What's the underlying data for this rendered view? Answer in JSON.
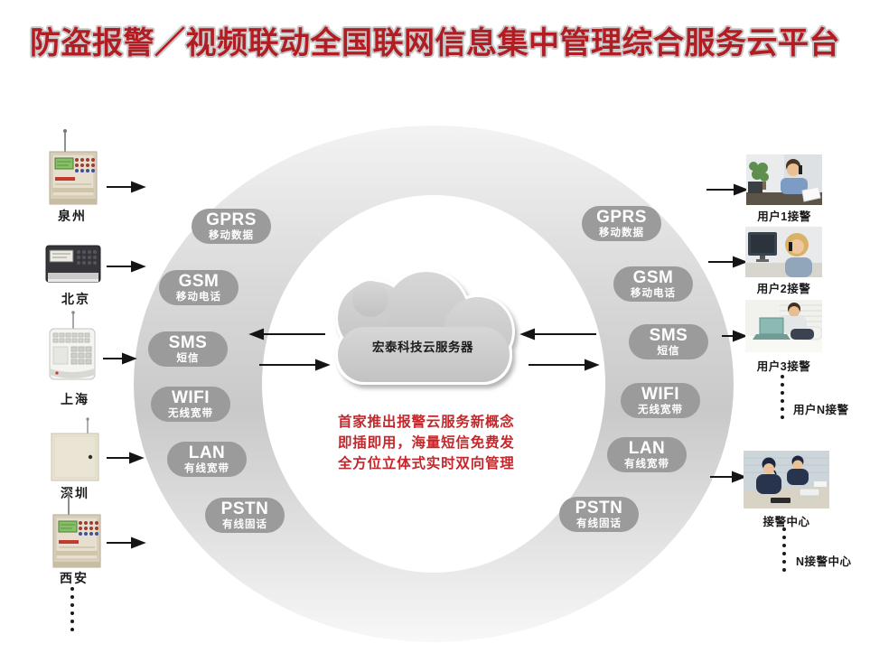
{
  "title": "防盗报警／视频联动全国联网信息集中管理综合服务云平台",
  "cloud_label": "宏泰科技云服务器",
  "slogan": [
    "首家推出报警云服务新概念",
    "即插即用，海量短信免费发",
    "全方位立体式实时双向管理"
  ],
  "protocols_left": [
    {
      "name": "GPRS",
      "desc": "移动数据"
    },
    {
      "name": "GSM",
      "desc": "移动电话"
    },
    {
      "name": "SMS",
      "desc": "短信"
    },
    {
      "name": "WIFI",
      "desc": "无线宽带"
    },
    {
      "name": "LAN",
      "desc": "有线宽带"
    },
    {
      "name": "PSTN",
      "desc": "有线固话"
    }
  ],
  "protocols_right": [
    {
      "name": "GPRS",
      "desc": "移动数据"
    },
    {
      "name": "GSM",
      "desc": "移动电话"
    },
    {
      "name": "SMS",
      "desc": "短信"
    },
    {
      "name": "WIFI",
      "desc": "无线宽带"
    },
    {
      "name": "LAN",
      "desc": "有线宽带"
    },
    {
      "name": "PSTN",
      "desc": "有线固话"
    }
  ],
  "devices": [
    {
      "city": "泉州"
    },
    {
      "city": "北京"
    },
    {
      "city": "上海"
    },
    {
      "city": "深圳"
    },
    {
      "city": "西安"
    }
  ],
  "receivers": [
    {
      "label": "用户1接警"
    },
    {
      "label": "用户2接警"
    },
    {
      "label": "用户3接警"
    },
    {
      "label": "用户N接警"
    },
    {
      "label": "接警中心"
    },
    {
      "label": "N接警中心"
    }
  ],
  "icons": [
    "alarm-host-icon",
    "keypad-panel-icon",
    "wireless-alarm-panel-icon",
    "metal-cabinet-icon",
    "user1-photo-icon",
    "user2-photo-icon",
    "user3-photo-icon",
    "alarm-center-photo-icon",
    "cloud-server-shape"
  ],
  "colors": {
    "title_red": "#b21d23",
    "slogan_red": "#c4272b",
    "badge_gray": "#9b9b9b",
    "ring_gray": "#c9c9c9",
    "cloud_gray": "#c9c9c9",
    "arrow_black": "#151515",
    "background": "#ffffff"
  }
}
